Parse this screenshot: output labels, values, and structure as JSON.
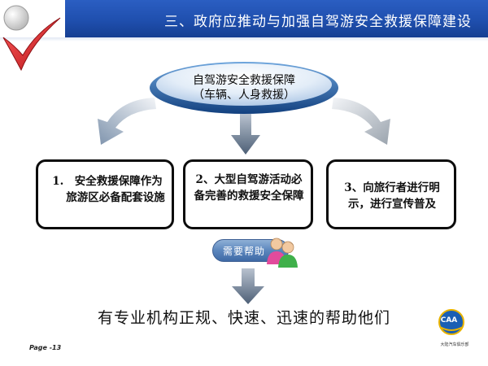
{
  "header": {
    "title": "三、政府应推动与加强自驾游安全救援保障建设"
  },
  "center": {
    "line1": "自驾游安全救援保障",
    "line2": "（车辆、人身救援）"
  },
  "boxes": [
    {
      "text": "1.　安全救援保障作为旅游区必备配套设施"
    },
    {
      "text": "2、大型自驾游活动必备完善的救援安全保障"
    },
    {
      "text": "3、向旅行者进行明示，进行宣传普及"
    }
  ],
  "help_button": {
    "label": "需要帮助"
  },
  "bottom": {
    "text": "有专业机构正规、快速、迅速的帮助他们"
  },
  "footer": {
    "page": "Page -13"
  },
  "logo": {
    "abbr": "CAA",
    "name": "大陆汽车俱乐部"
  },
  "colors": {
    "header_blue": "#1f4fae",
    "oval_blue": "#1c5fa8",
    "arrow_gray": "#8a96a6",
    "help_blue": "#5b86bd"
  }
}
